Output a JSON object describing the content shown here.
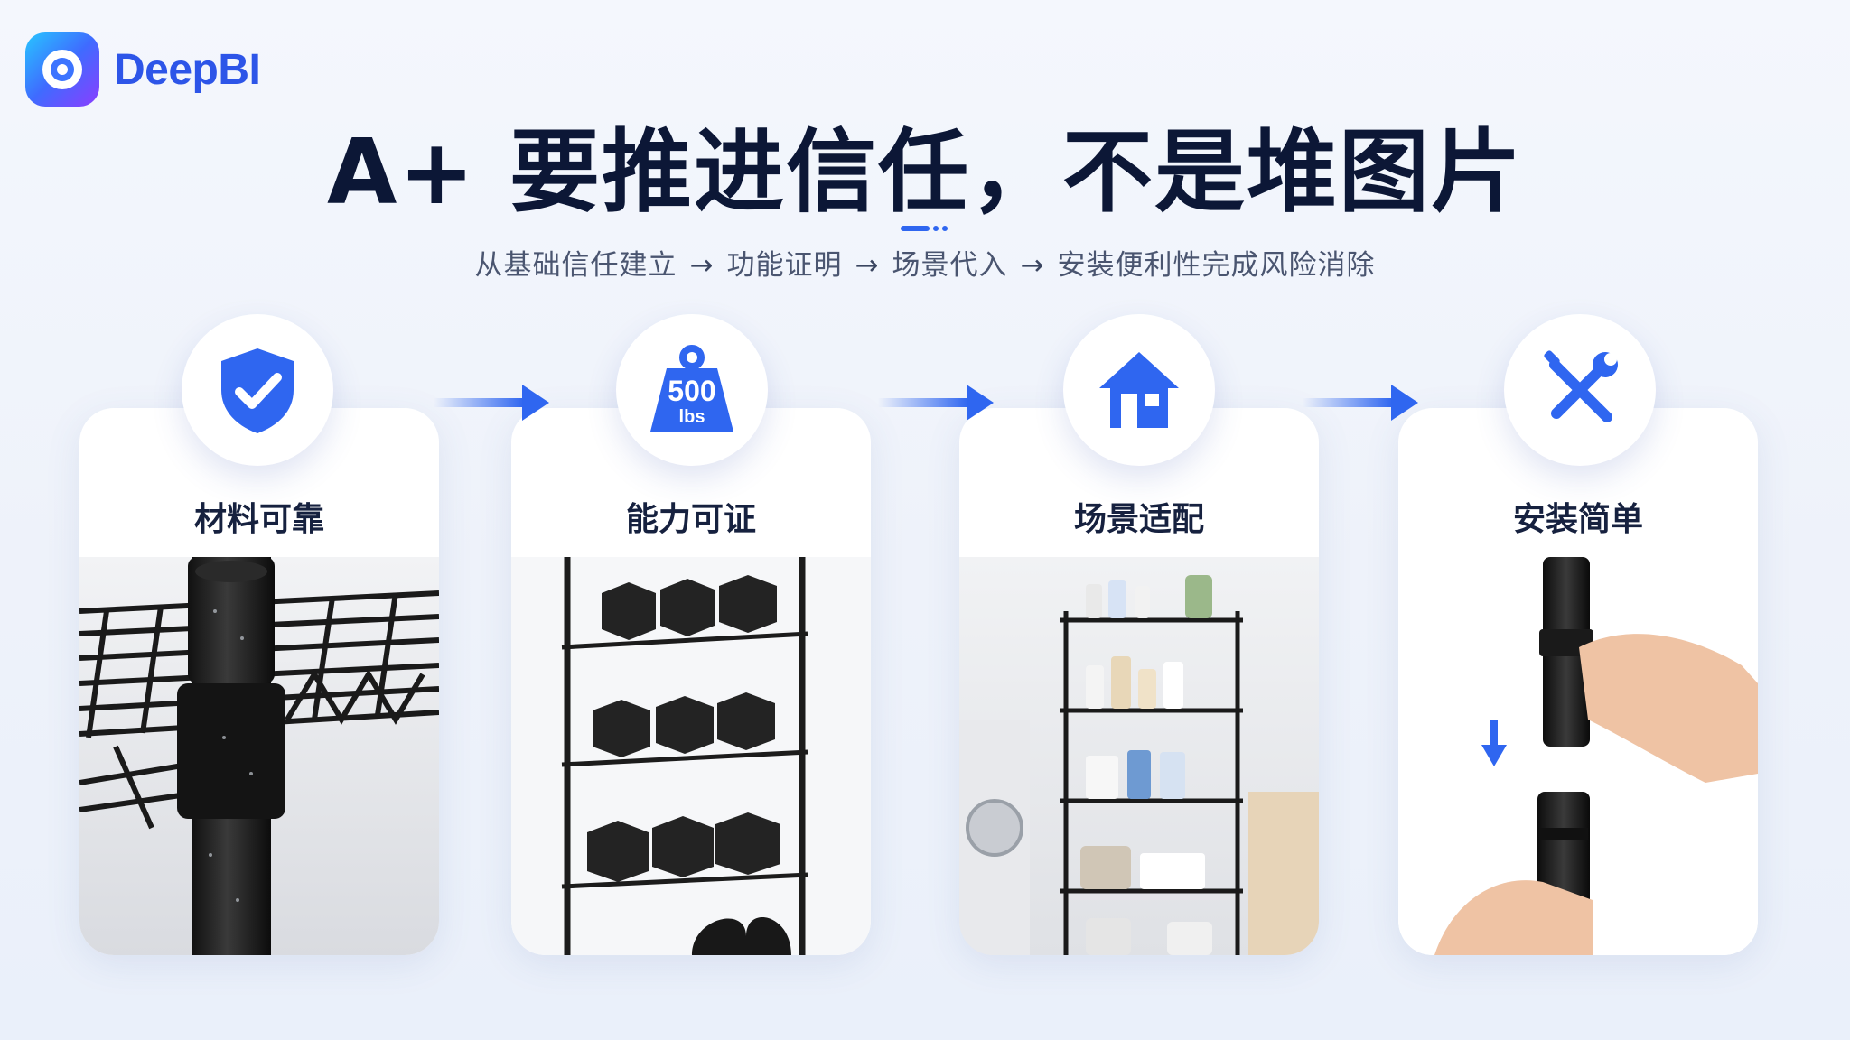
{
  "brand": {
    "name": "DeepBI"
  },
  "header": {
    "title": "A+ 要推进信任，不是堆图片",
    "subtitle_steps": [
      "从基础信任建立",
      "功能证明",
      "场景代入",
      "安装便利性完成风险消除"
    ],
    "arrow": "→"
  },
  "cards": [
    {
      "label": "材料可靠",
      "icon": "shield-check-icon"
    },
    {
      "label": "能力可证",
      "icon": "weight-500lbs-icon",
      "badge_main": "500",
      "badge_sub": "lbs"
    },
    {
      "label": "场景适配",
      "icon": "house-icon"
    },
    {
      "label": "安装简单",
      "icon": "wrench-screwdriver-icon"
    }
  ],
  "colors": {
    "accent": "#2f66f0",
    "title": "#0c1736",
    "label": "#16213f",
    "subtitle": "#4a5570"
  }
}
